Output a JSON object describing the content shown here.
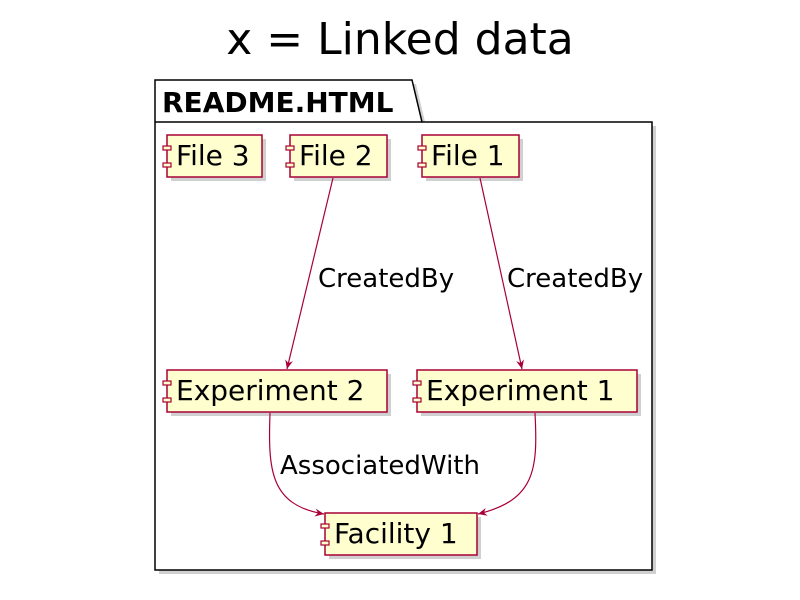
{
  "title": "x = Linked data",
  "package": {
    "label": "README.HTML"
  },
  "nodes": {
    "file3": "File 3",
    "file2": "File 2",
    "file1": "File 1",
    "experiment2": "Experiment 2",
    "experiment1": "Experiment 1",
    "facility1": "Facility 1"
  },
  "edges": {
    "file2_to_experiment2": "CreatedBy",
    "file1_to_experiment1": "CreatedBy",
    "experiments_to_facility": "AssociatedWith"
  },
  "colors": {
    "node_fill": "#fefece",
    "node_border": "#a80036",
    "edge": "#a80036",
    "package_border": "#000000",
    "shadow": "#c8c8c8"
  }
}
